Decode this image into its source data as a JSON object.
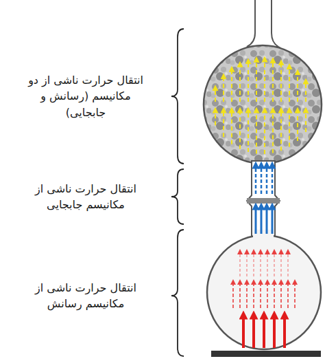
{
  "diagram": {
    "labels": [
      "انتقال حرارت ناشی از دو مکانیسم (رسانش و جابجایی)",
      "انتقال حرارت ناشی از مکانیسم جابجایی",
      "انتقال حرارت ناشی از مکانیسم رسانش"
    ]
  }
}
